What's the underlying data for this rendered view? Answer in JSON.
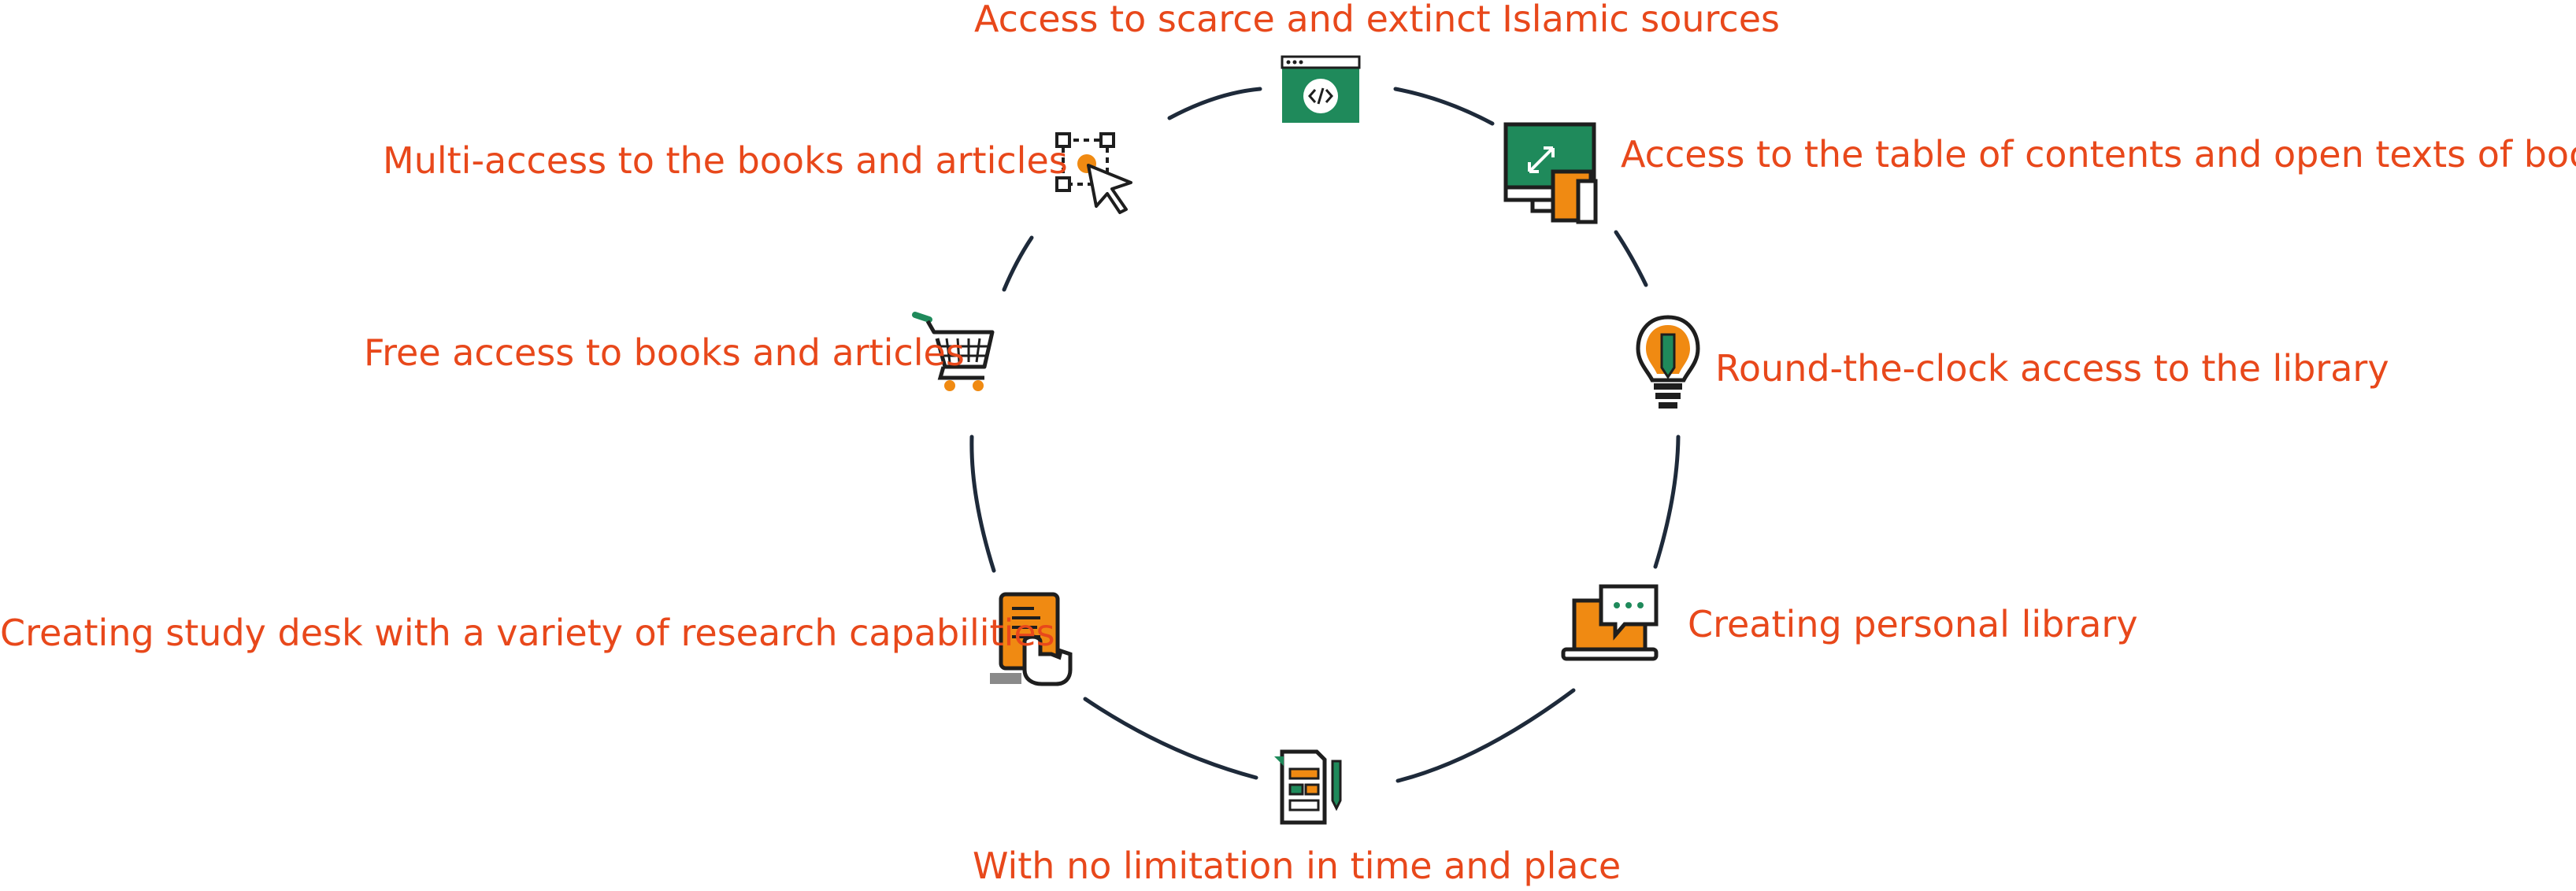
{
  "colors": {
    "label": "#e8481b",
    "ring": "#1e2a3a",
    "icon_green": "#1f8a5b",
    "icon_orange": "#f08a12",
    "icon_dark": "#1e1e1e"
  },
  "features": [
    {
      "label": "Access to scarce and extinct Islamic sources",
      "icon": "code-window-icon"
    },
    {
      "label": "Access to the table of contents and open texts of books",
      "icon": "multi-device-icon"
    },
    {
      "label": "Round-the-clock access to the library",
      "icon": "lightbulb-pencil-icon"
    },
    {
      "label": "Creating personal library",
      "icon": "laptop-chat-icon"
    },
    {
      "label": "With no limitation in time and place",
      "icon": "document-sitemap-icon"
    },
    {
      "label": "Creating study desk with a variety of research capabilities",
      "icon": "tablet-hand-icon"
    },
    {
      "label": "Free access to books and articles",
      "icon": "shopping-cart-icon"
    },
    {
      "label": "Multi-access to the books and articles",
      "icon": "select-cursor-icon"
    }
  ]
}
